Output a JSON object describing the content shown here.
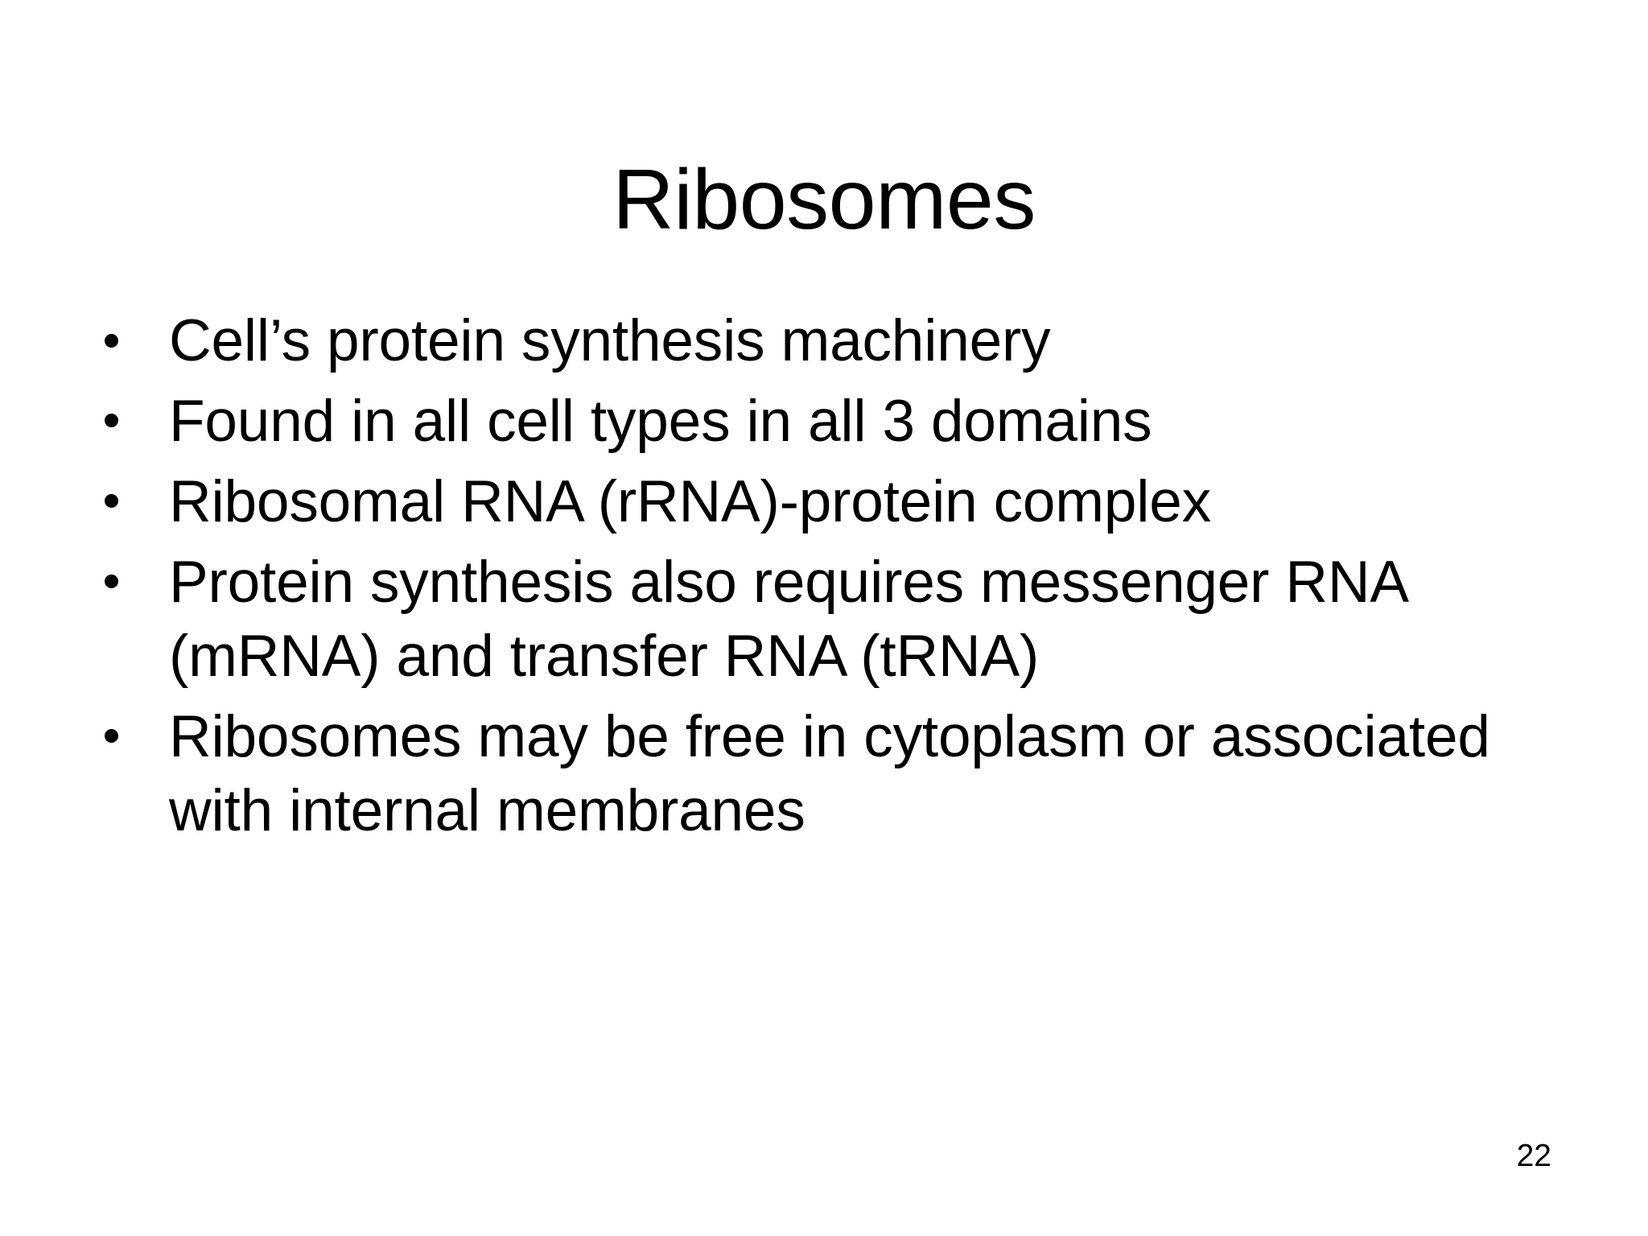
{
  "slide": {
    "title": "Ribosomes",
    "page_number": "22",
    "background_color": "#ffffff",
    "text_color": "#000000",
    "bullet_marker": "round-bullet",
    "bullets": [
      {
        "text": "Cell’s protein synthesis machinery"
      },
      {
        "text": "Found in all cell types in all 3 domains"
      },
      {
        "text": "Ribosomal RNA (rRNA)-protein complex"
      },
      {
        "text": "Protein synthesis also requires messenger RNA (mRNA) and transfer RNA (tRNA)"
      },
      {
        "text": "Ribosomes may be free in cytoplasm or associated with internal membranes"
      }
    ]
  }
}
